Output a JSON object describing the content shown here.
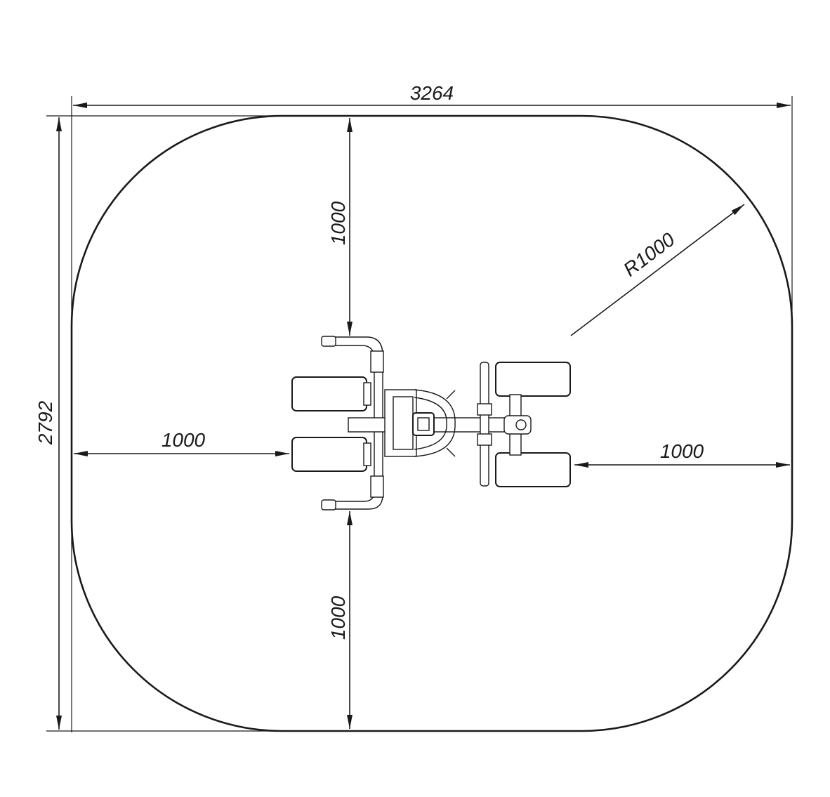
{
  "drawing": {
    "overall_width_label": "3264",
    "overall_height_label": "2792",
    "radius_label": "R1000",
    "clearance_top_label": "1000",
    "clearance_bottom_label": "1000",
    "clearance_left_label": "1000",
    "clearance_right_label": "1000"
  },
  "colors": {
    "line": "#1a1a1a",
    "background": "#ffffff"
  }
}
